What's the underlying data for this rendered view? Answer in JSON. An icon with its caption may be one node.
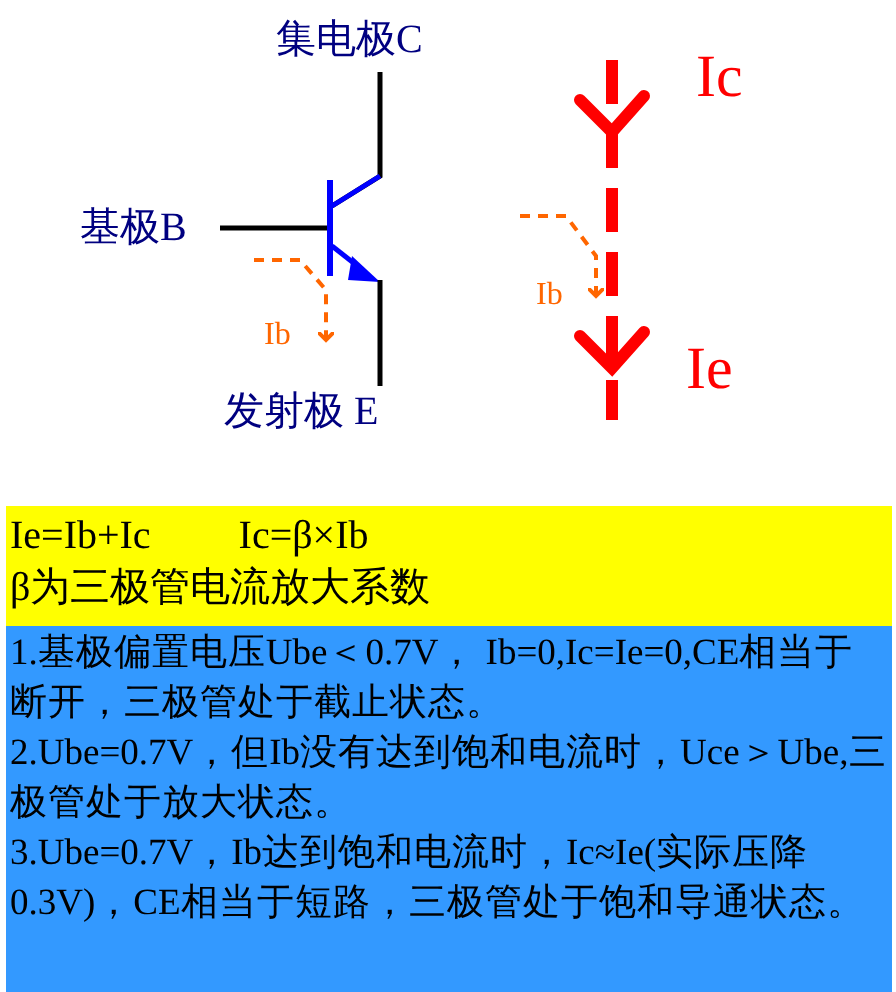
{
  "diagram": {
    "nodes": [
      {
        "text": [
          "Ie=Ib+Ic",
          "Ic=β×Ib",
          "β为三极管电流放大系数"
        ]
      },
      {
        "text": [
          "1.基极偏置电压Ube＜0.7V， Ib=0,Ic=Ie=0,CE相当于断开，三极管处于截止状态。",
          "2.Ube=0.7V，但Ib没有达到饱和电流时，Uce＞Ube,三极管处于放大状态。",
          "3.Ube=0.7V，Ib达到饱和电流时，Ic≈Ie(实际压降0.3V)，CE相当于短路，三极管处于饱和导通状态。"
        ]
      }
    ],
    "edges": [],
    "labels": [
      "集电极C",
      "基极B",
      "Ib",
      "发射极 E",
      "Ic",
      "Ib",
      "Ie"
    ]
  }
}
